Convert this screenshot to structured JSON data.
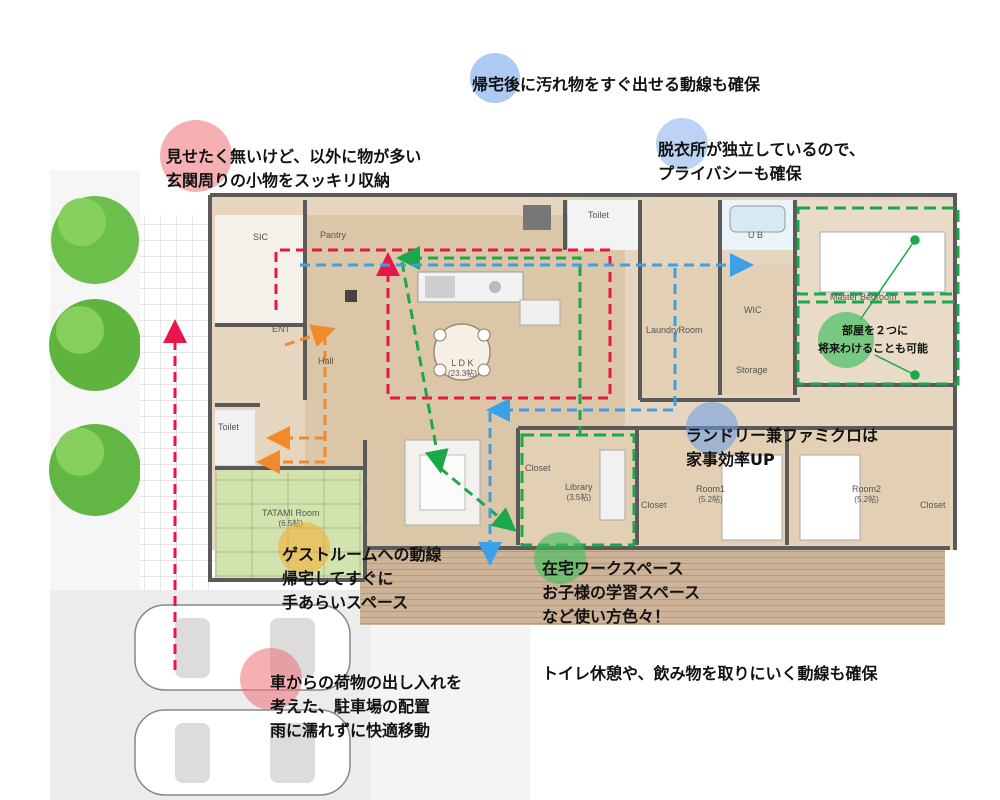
{
  "colors": {
    "red_route": "#e8174a",
    "green_route": "#1aa84a",
    "blue_route": "#3aa0e8",
    "orange_route": "#f08a2c",
    "wood": "#d9c4a8",
    "tatami": "#cfe0a8",
    "deck": "#c9ad8f"
  },
  "rooms": {
    "sic": "SIC",
    "pantry": "Pantry",
    "toilet_top": "Toilet",
    "ub": "U B",
    "ent": "ENT",
    "hall": "Hall",
    "ldk": "L D K",
    "ldk_size": "(23.3帖)",
    "laundry": "LaundryRoom",
    "wic": "WIC",
    "storage": "Storage",
    "toilet_left": "Toilet",
    "tatami": "TATAMI Room",
    "tatami_size": "(6.5帖)",
    "closet_lib": "Closet",
    "library": "Library",
    "library_size": "(3.5帖)",
    "closet_r1": "Closet",
    "room1": "Room1",
    "room1_size": "(5.2帖)",
    "room2": "Room2",
    "room2_size": "(5.2帖)",
    "closet_r2": "Closet",
    "master": "Master Bedroom"
  },
  "annotations": {
    "return_home": "帰宅後に汚れ物をすぐ出せる動線も確保",
    "entrance_line1": "見せたく無いけど、以外に物が多い",
    "entrance_line2": "玄関周りの小物をスッキリ収納",
    "dressing_line1": "脱衣所が独立しているので、",
    "dressing_line2": "プライバシーも確保",
    "split_room_line1": "部屋を２つに",
    "split_room_line2": "将来わけることも可能",
    "laundry_line1": "ランドリー兼ファミクロは",
    "laundry_line2": "家事効率UP",
    "guest_line1": "ゲストルームへの動線",
    "guest_line2": "帰宅してすぐに",
    "guest_line3": "手あらいスペース",
    "work_line1": "在宅ワークスペース",
    "work_line2": "お子様の学習スペース",
    "work_line3": "など使い方色々！",
    "toilet_break": "トイレ休憩や、飲み物を取りにいく動線も確保",
    "parking_line1": "車からの荷物の出し入れを",
    "parking_line2": "考えた、駐車場の配置",
    "parking_line3": "雨に濡れずに快適移動"
  }
}
